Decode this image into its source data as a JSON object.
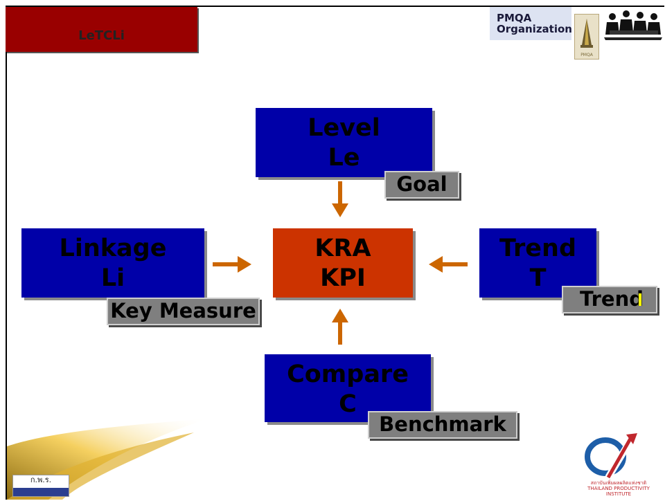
{
  "slide": {
    "title": "LeTCLi",
    "pmqa": {
      "line1": "PMQA",
      "line2": "Organization",
      "logo_text": "PMQA"
    },
    "center": {
      "line1": "KRA",
      "line2": "KPI"
    },
    "level": {
      "line1": "Level",
      "line2": "Le",
      "tag": "Goal"
    },
    "linkage": {
      "line1": "Linkage",
      "line2": "Li",
      "tag": "Key Measure"
    },
    "trend": {
      "line1": "Trend",
      "line2": "T",
      "tag": "Trend"
    },
    "compare": {
      "line1": "Compare",
      "line2": "C",
      "tag": "Benchmark"
    },
    "footer": {
      "ocsc_name": "ก.พ.ร.",
      "ftpi_text": "สถาบันเพิ่มผลผลิตแห่งชาติ THAILAND PRODUCTIVITY INSTITUTE"
    }
  },
  "colors": {
    "title_bg": "#990000",
    "box_blue": "#0000a8",
    "center_red": "#cc3300",
    "arrow": "#cc6600",
    "tag_gray": "#7f7f7f"
  },
  "icons": [
    "meeting-people-icon",
    "pmqa-logo",
    "ocsc-logo",
    "ftpi-logo",
    "arrow-down-icon",
    "arrow-up-icon",
    "arrow-right-icon",
    "arrow-left-icon"
  ]
}
